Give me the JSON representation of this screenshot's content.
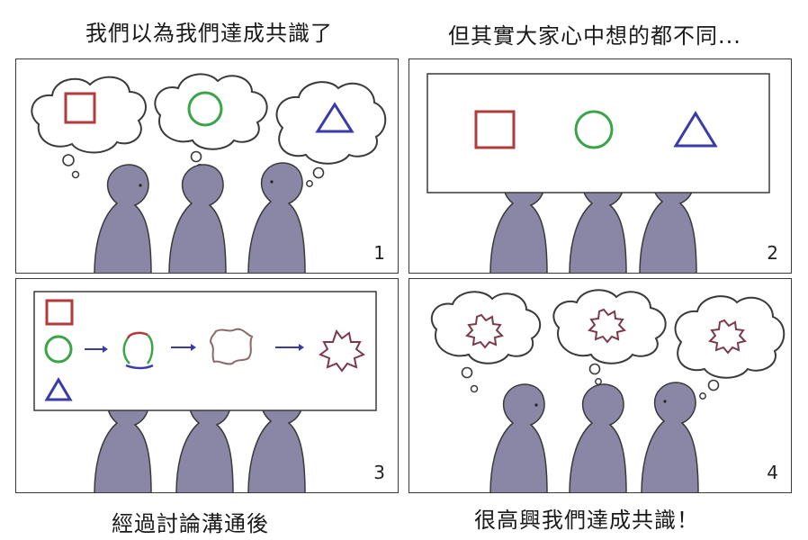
{
  "captions": {
    "top_left": "我們以為我們達成共識了",
    "top_right": "但其實大家心中想的都不同...",
    "bottom_left": "經過討論溝通後",
    "bottom_right": "很高興我們達成共識！"
  },
  "panels": [
    {
      "number": "1"
    },
    {
      "number": "2"
    },
    {
      "number": "3"
    },
    {
      "number": "4"
    }
  ],
  "colors": {
    "person": "#8a87a6",
    "square": "#b33a3a",
    "circle": "#3aa548",
    "triangle": "#3b3ba8",
    "arrow": "#3b3ba8",
    "burst": "#7a3a4a",
    "outline": "#3a3a3a"
  }
}
